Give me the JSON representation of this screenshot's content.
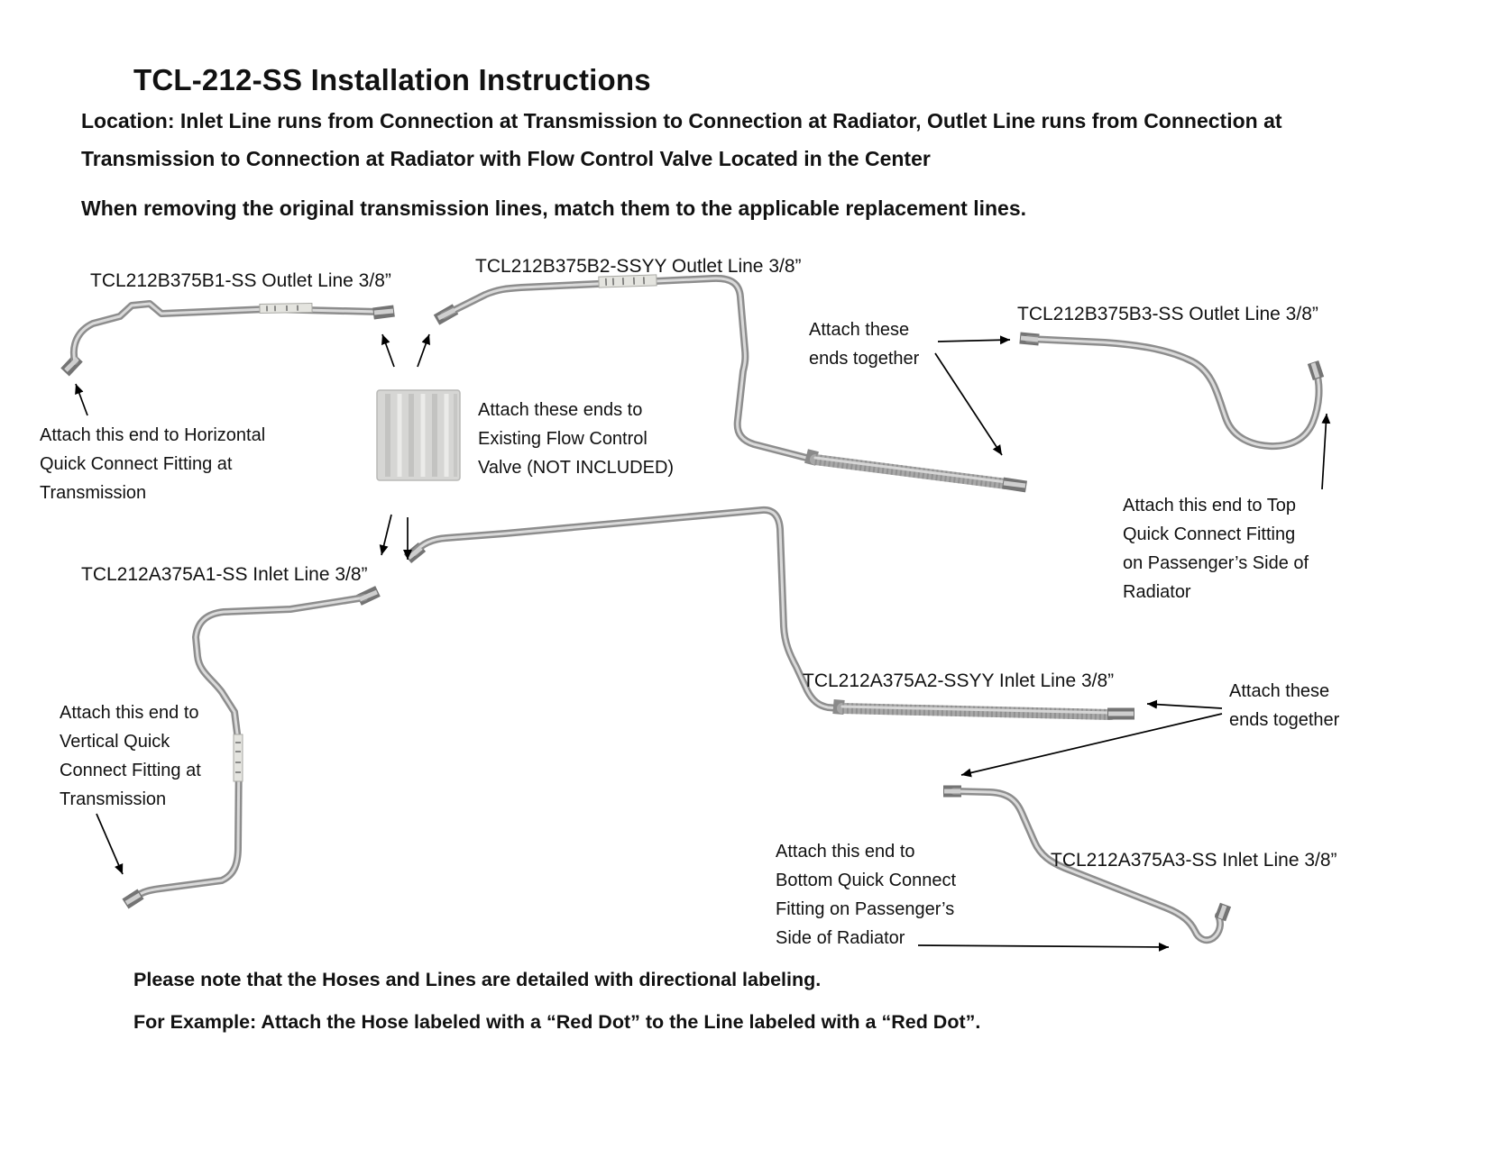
{
  "page": {
    "title": "TCL-212-SS Installation Instructions",
    "location": "Location: Inlet Line runs from Connection at Transmission to Connection at Radiator, Outlet Line runs from Connection at Transmission to Connection at Radiator with Flow Control Valve Located in the Center",
    "removal_note": "When removing the original transmission lines, match them to the applicable replacement lines.",
    "footer_note_1": "Please note that the Hoses and Lines are detailed with directional labeling.",
    "footer_note_2": "For Example: Attach the Hose labeled with a “Red Dot” to the Line labeled with a “Red Dot”."
  },
  "diagram": {
    "parts": {
      "b1": {
        "label": "TCL212B375B1-SS Outlet Line 3/8”"
      },
      "b2": {
        "label": "TCL212B375B2-SSYY Outlet Line 3/8”"
      },
      "b3": {
        "label": "TCL212B375B3-SS Outlet Line 3/8”"
      },
      "a1": {
        "label": "TCL212A375A1-SS Inlet Line 3/8”"
      },
      "a2": {
        "label": "TCL212A375A2-SSYY Inlet Line 3/8”"
      },
      "a3": {
        "label": "TCL212A375A3-SS Inlet Line 3/8”"
      }
    },
    "annotations": {
      "horizontal_transmission": "Attach this end to Horizontal\nQuick Connect Fitting at\nTransmission",
      "flow_control_valve": "Attach these ends to\nExisting Flow Control\nValve (NOT INCLUDED)",
      "ends_together_top": "Attach these\nends together",
      "top_radiator": "Attach this end to Top\nQuick Connect Fitting\non Passenger’s Side of\nRadiator",
      "vertical_transmission": "Attach this end to\nVertical Quick\nConnect Fitting at\nTransmission",
      "ends_together_right": "Attach these\nends together",
      "bottom_radiator": "Attach this end to\nBottom Quick Connect\nFitting on Passenger’s\nSide of Radiator"
    },
    "colors": {
      "tube": "#8d8d8d",
      "tube_highlight": "#dadada",
      "arrow": "#000000",
      "background": "#ffffff"
    }
  }
}
